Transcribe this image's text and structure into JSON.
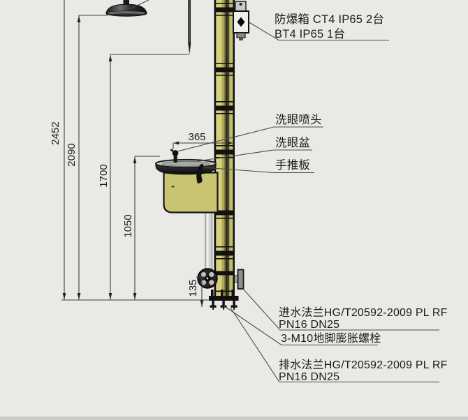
{
  "drawing": {
    "type": "emergency-shower-eyewash-station-elevation",
    "background_color": "#e9e9e6",
    "pole_color": "#c2bd68",
    "pole_highlight_color": "#d6d17e",
    "box_color": "#c9c471",
    "line_color": "#3f3f3f"
  },
  "labels": {
    "explosion_box_line1": "防爆箱 CT4 IP65 2台",
    "explosion_box_line2": "BT4 IP65 1台",
    "eyewash_spray": "洗眼喷头",
    "eyewash_bowl": "洗眼盆",
    "push_plate": "手推板",
    "inlet_flange_line1": "进水法兰HG/T20592-2009 PL RF",
    "inlet_flange_line2": "PN16 DN25",
    "anchor_bolt": "3-M10地脚膨胀螺栓",
    "drain_flange_line1": "排水法兰HG/T20592-2009 PL RF",
    "drain_flange_line2": "PN16 DN25"
  },
  "dimensions": {
    "total_height": "2452",
    "shower_height": "2090",
    "pull_rod_height": "1700",
    "eyewash_height": "1050",
    "eyewash_offset": "365",
    "inlet_height": "135"
  }
}
